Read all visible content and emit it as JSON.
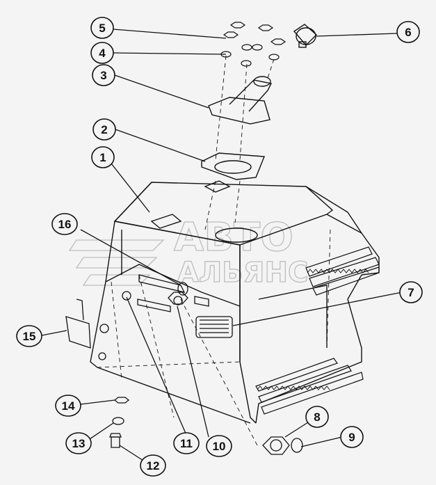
{
  "callouts": [
    {
      "id": "callout-1",
      "number": "1"
    },
    {
      "id": "callout-2",
      "number": "2"
    },
    {
      "id": "callout-3",
      "number": "3"
    },
    {
      "id": "callout-4",
      "number": "4"
    },
    {
      "id": "callout-5",
      "number": "5"
    },
    {
      "id": "callout-6",
      "number": "6"
    },
    {
      "id": "callout-7",
      "number": "7"
    },
    {
      "id": "callout-8",
      "number": "8"
    },
    {
      "id": "callout-9",
      "number": "9"
    },
    {
      "id": "callout-10",
      "number": "10"
    },
    {
      "id": "callout-11",
      "number": "11"
    },
    {
      "id": "callout-12",
      "number": "12"
    },
    {
      "id": "callout-13",
      "number": "13"
    },
    {
      "id": "callout-14",
      "number": "14"
    },
    {
      "id": "callout-15",
      "number": "15"
    },
    {
      "id": "callout-16",
      "number": "16"
    }
  ],
  "watermark": {
    "line1": "АВТО",
    "line2": "АЛЬЯНС"
  },
  "colors": {
    "line": "#111111",
    "background": "#f4f4f4",
    "watermark": "#bdbdbd"
  }
}
